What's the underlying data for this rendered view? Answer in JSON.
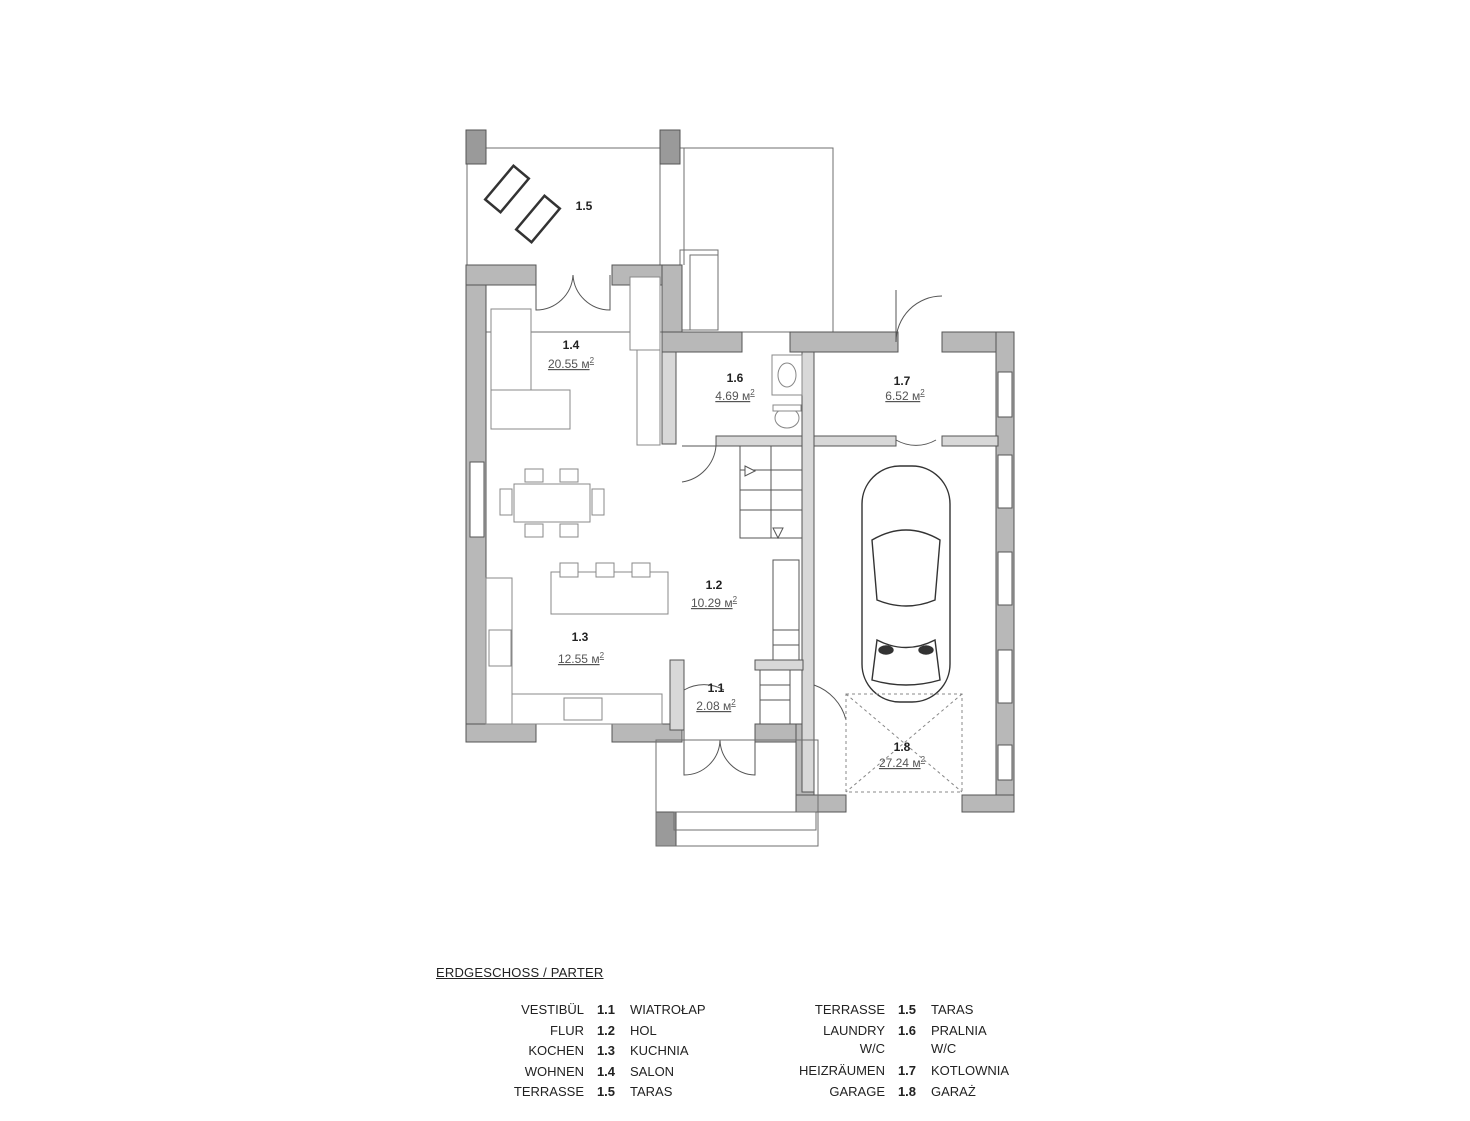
{
  "plan": {
    "rooms": [
      {
        "id": "1.5",
        "area": ""
      },
      {
        "id": "1.4",
        "area": "20.55 м",
        "unit_exp": "2"
      },
      {
        "id": "1.6",
        "area": "4.69 м",
        "unit_exp": "2"
      },
      {
        "id": "1.7",
        "area": "6.52 м",
        "unit_exp": "2"
      },
      {
        "id": "1.2",
        "area": "10.29 м",
        "unit_exp": "2"
      },
      {
        "id": "1.3",
        "area": "12.55 м",
        "unit_exp": "2"
      },
      {
        "id": "1.1",
        "area": "2.08 м",
        "unit_exp": "2"
      },
      {
        "id": "1.8",
        "area": "27.24 м",
        "unit_exp": "2"
      }
    ]
  },
  "legend": {
    "title": "ERDGESCHOSS / PARTER",
    "left": [
      {
        "de": "VESTIBÜL",
        "no": "1.1",
        "pl": "WIATROŁAP"
      },
      {
        "de": "FLUR",
        "no": "1.2",
        "pl": "HOL"
      },
      {
        "de": "KOCHEN",
        "no": "1.3",
        "pl": "KUCHNIA"
      },
      {
        "de": "WOHNEN",
        "no": "1.4",
        "pl": "SALON"
      },
      {
        "de": "TERRASSE",
        "no": "1.5",
        "pl": "TARAS"
      }
    ],
    "right": [
      {
        "de": "TERRASSE",
        "no": "1.5",
        "pl": "TARAS"
      },
      {
        "de": "LAUNDRY",
        "no": "1.6",
        "pl": "PRALNIA"
      },
      {
        "de": "W/C",
        "no": "",
        "pl": "W/C"
      },
      {
        "de": "HEIZRÄUMEN",
        "no": "1.7",
        "pl": "KOTLOWNIA"
      },
      {
        "de": "GARAGE",
        "no": "1.8",
        "pl": "GARAŻ"
      }
    ]
  }
}
